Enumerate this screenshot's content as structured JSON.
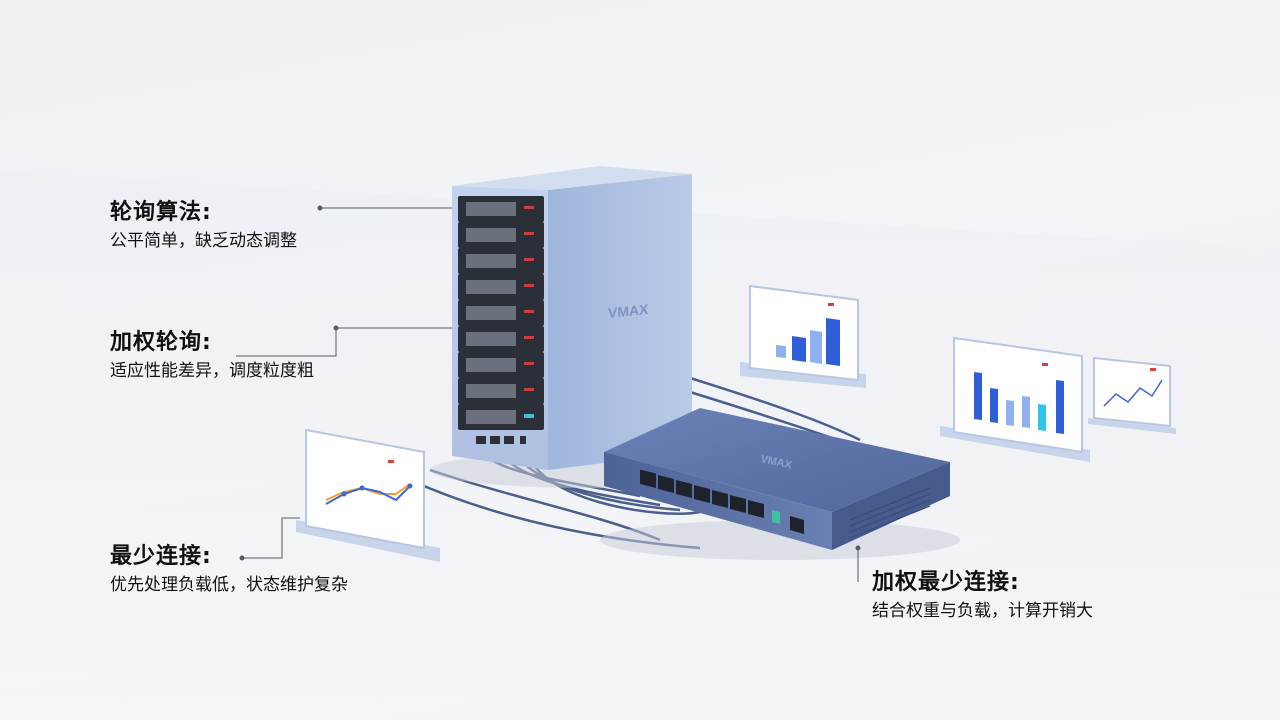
{
  "labels": [
    {
      "title": "轮询算法:",
      "desc": "公平简单，缺乏动态调整"
    },
    {
      "title": "加权轮询:",
      "desc": "适应性能差异，调度粒度粗"
    },
    {
      "title": "最少连接:",
      "desc": "优先处理负载低，状态维护复杂"
    },
    {
      "title": "加权最少连接:",
      "desc": "结合权重与负载，计算开销大"
    }
  ],
  "colors": {
    "server_body": "#a9bedf",
    "switch_body": "#5a71a8",
    "bar_dark": "#2f5fd8",
    "bar_light": "#8fb1f0",
    "bar_cyan": "#2fc4e8",
    "line_blue": "#3d67d6",
    "line_orange": "#f0a030",
    "cable": "#4b5e8c"
  },
  "icons": [
    "server-rack-icon",
    "network-switch-icon",
    "bar-chart-icon",
    "line-chart-icon"
  ]
}
